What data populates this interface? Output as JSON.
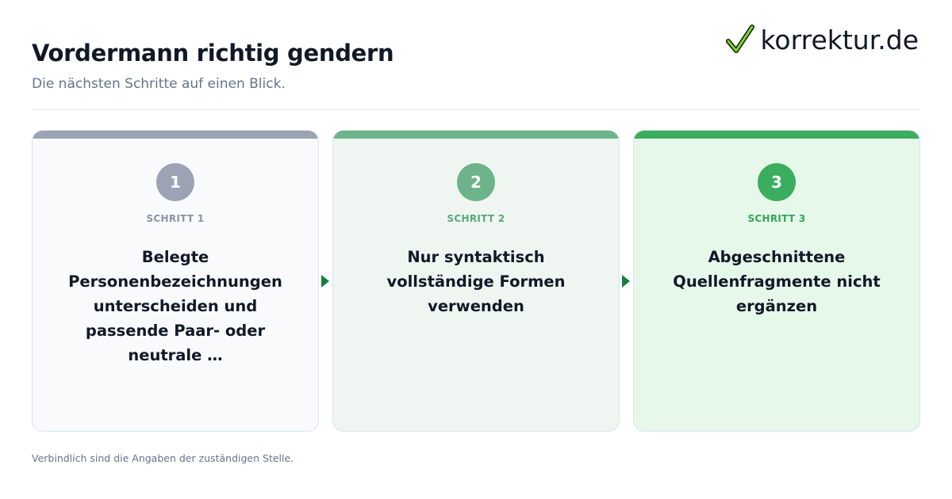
{
  "header": {
    "title": "Vordermann richtig gendern",
    "subtitle": "Die nächsten Schritte auf einen Blick.",
    "logo_text": "korrektur.de",
    "logo_icon": "checkmark-icon"
  },
  "steps": [
    {
      "number": "1",
      "label": "SCHRITT 1",
      "text": "Belegte Personenbezeichnungen unterscheiden und passende Paar- oder neutrale …",
      "accent": "#9ca3b5",
      "card_bg": "#f8fafc",
      "label_color": "#8b93a5"
    },
    {
      "number": "2",
      "label": "SCHRITT 2",
      "text": "Nur syntaktisch vollständige Formen verwenden",
      "accent": "#6db48a",
      "card_bg": "#eff6f1",
      "label_color": "#5aa77a"
    },
    {
      "number": "3",
      "label": "SCHRITT 3",
      "text": "Abgeschnittene Quellenfragmente nicht ergänzen",
      "accent": "#3aae5e",
      "card_bg": "#e6f8ea",
      "label_color": "#34a558"
    }
  ],
  "footer": {
    "note": "Verbindlich sind die Angaben der zuständigen Stelle."
  },
  "colors": {
    "title": "#111827",
    "muted": "#64748b",
    "arrow": "#15803d"
  }
}
